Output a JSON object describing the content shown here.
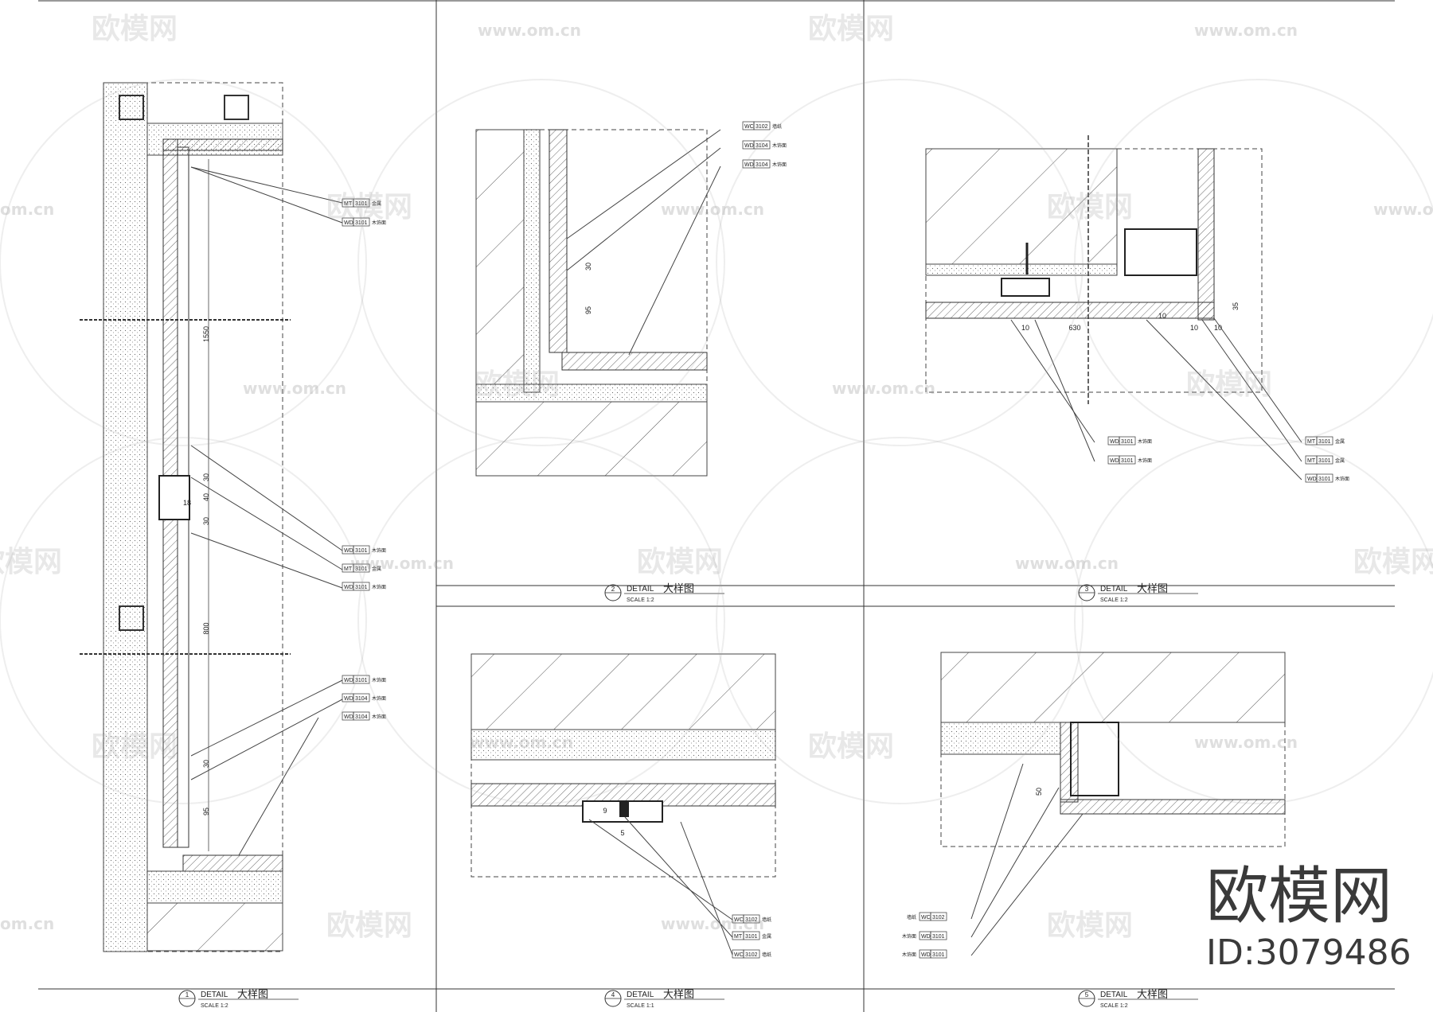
{
  "watermark": {
    "brand_cn": "欧模网",
    "site": "www.om.cn",
    "site_fragment": "om.cn"
  },
  "brand_block": {
    "name": "欧模网",
    "id_text": "ID:3079486"
  },
  "details": [
    {
      "number": "1",
      "label": "DETAIL",
      "title_cn": "大样图",
      "scale": "SCALE  1:2"
    },
    {
      "number": "2",
      "label": "DETAIL",
      "title_cn": "大样图",
      "scale": "SCALE  1:2"
    },
    {
      "number": "3",
      "label": "DETAIL",
      "title_cn": "大样图",
      "scale": "SCALE  1:2"
    },
    {
      "number": "4",
      "label": "DETAIL",
      "title_cn": "大样图",
      "scale": "SCALE  1:1"
    },
    {
      "number": "5",
      "label": "DETAIL",
      "title_cn": "大样图",
      "scale": "SCALE  1:2"
    }
  ],
  "tags": {
    "d1": [
      {
        "code": "MT",
        "num": "3101",
        "note": "金属"
      },
      {
        "code": "WD",
        "num": "3101",
        "note": "木饰面"
      },
      {
        "code": "WD",
        "num": "3101",
        "note": "木饰面"
      },
      {
        "code": "MT",
        "num": "3101",
        "note": "金属"
      },
      {
        "code": "WD",
        "num": "3101",
        "note": "木饰面"
      },
      {
        "code": "WD",
        "num": "3101",
        "note": "木饰面"
      },
      {
        "code": "WD",
        "num": "3104",
        "note": "木饰面"
      },
      {
        "code": "WD",
        "num": "3104",
        "note": "木饰面"
      }
    ],
    "d2": [
      {
        "code": "WC",
        "num": "3102",
        "note": "墙纸"
      },
      {
        "code": "WD",
        "num": "3104",
        "note": "木饰面"
      },
      {
        "code": "WD",
        "num": "3104",
        "note": "木饰面"
      }
    ],
    "d3": [
      {
        "code": "WD",
        "num": "3101",
        "note": "木饰面"
      },
      {
        "code": "WD",
        "num": "3101",
        "note": "木饰面"
      },
      {
        "code": "MT",
        "num": "3101",
        "note": "金属"
      },
      {
        "code": "MT",
        "num": "3101",
        "note": "金属"
      },
      {
        "code": "WD",
        "num": "3101",
        "note": "木饰面"
      }
    ],
    "d4": [
      {
        "code": "WC",
        "num": "3102",
        "note": "墙纸"
      },
      {
        "code": "MT",
        "num": "3101",
        "note": "金属"
      },
      {
        "code": "WC",
        "num": "3102",
        "note": "墙纸"
      }
    ],
    "d5": [
      {
        "code": "WC",
        "num": "3102",
        "note": "墙纸"
      },
      {
        "code": "WD",
        "num": "3101",
        "note": "木饰面"
      },
      {
        "code": "WD",
        "num": "3101",
        "note": "木饰面"
      }
    ]
  },
  "dims": {
    "d1": [
      "1550",
      "30",
      "40",
      "18",
      "30",
      "800",
      "30",
      "95"
    ],
    "d2": [
      "30",
      "95"
    ],
    "d3": [
      "10",
      "630",
      "10",
      "10",
      "10",
      "35"
    ],
    "d4": [
      "9",
      "5"
    ],
    "d5": [
      "50"
    ]
  }
}
